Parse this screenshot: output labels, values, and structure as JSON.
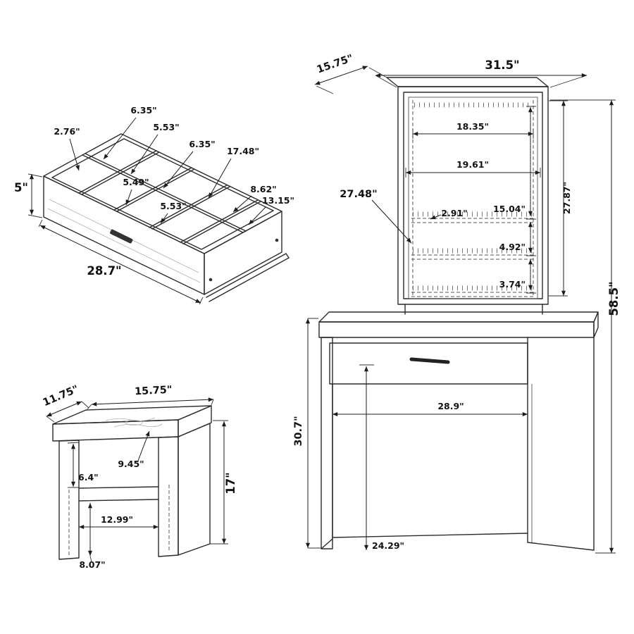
{
  "drawer": {
    "h2_76": "2.76\"",
    "w6_35a": "6.35\"",
    "w5_53a": "5.53\"",
    "w6_35b": "6.35\"",
    "w17_48": "17.48\"",
    "w5_49": "5.49\"",
    "w8_62": "8.62\"",
    "w5_53b": "5.53\"",
    "w13_15": "13.15\"",
    "height5": "5\"",
    "length28_7": "28.7\""
  },
  "vanity": {
    "depth15_75": "15.75\"",
    "width31_5": "31.5\"",
    "w18_35": "18.35\"",
    "w19_61": "19.61\"",
    "h27_48": "27.48\"",
    "t2_91": "2.91\"",
    "s15_04": "15.04\"",
    "h27_87": "27.87\"",
    "s4_92": "4.92\"",
    "s3_74": "3.74\"",
    "total58_5": "58.5\"",
    "h30_7": "30.7\"",
    "w28_9": "28.9\"",
    "h24_29": "24.29\""
  },
  "stool": {
    "depth11_75": "11.75\"",
    "width15_75": "15.75\"",
    "seat9_45": "9.45\"",
    "gap6_4": "6.4\"",
    "height17": "17\"",
    "inner12_99": "12.99\"",
    "shelf8_07": "8.07\""
  }
}
